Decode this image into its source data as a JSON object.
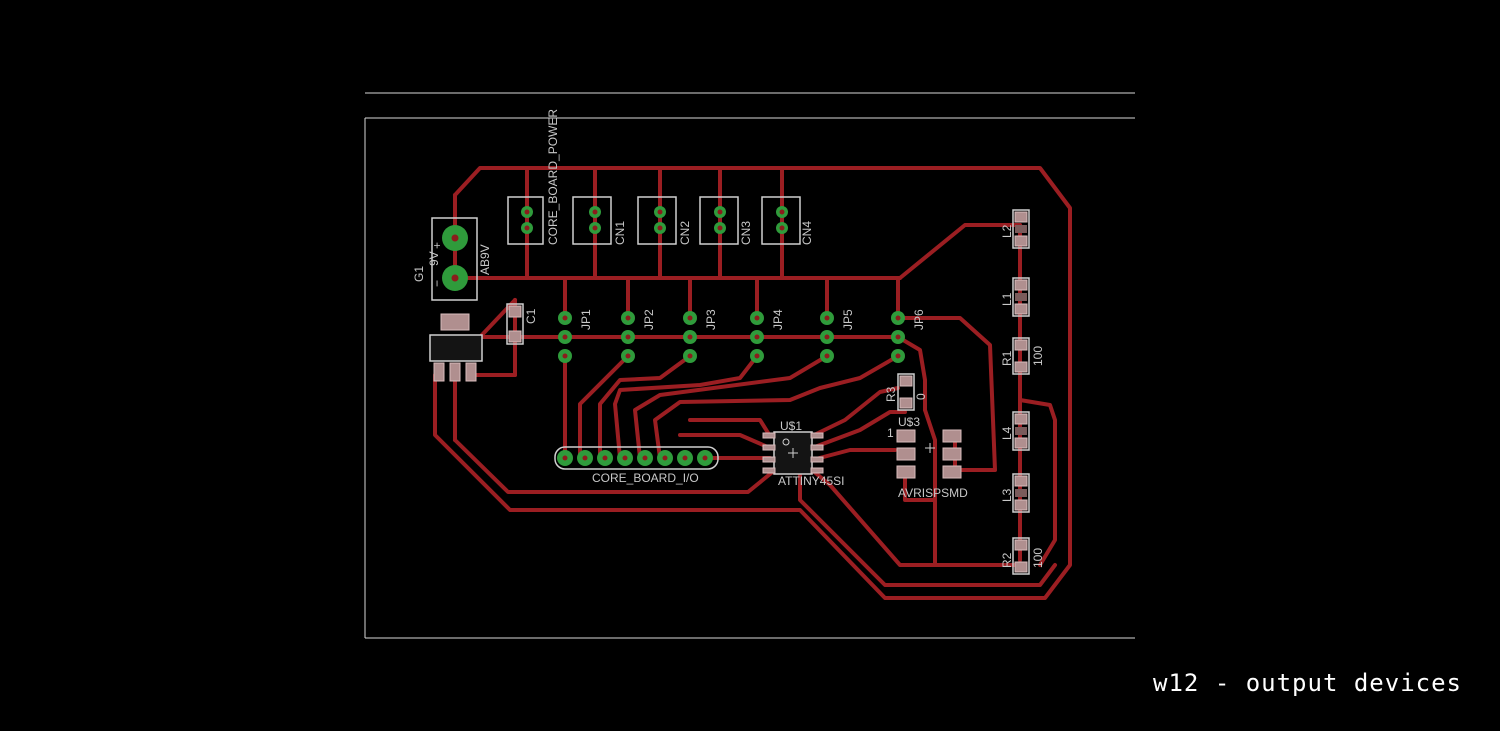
{
  "caption": "w12 - output devices",
  "colors": {
    "background": "#000000",
    "trace": "#9b1e22",
    "pad": "#2f9b3b",
    "smd": "#b08f8f",
    "silkscreen": "#c8c8c8"
  },
  "labels": {
    "core_board_power": "CORE_BOARD_POWER",
    "cn1": "CN1",
    "cn2": "CN2",
    "cn3": "CN3",
    "cn4": "CN4",
    "g1": "G1",
    "nine_v": "9V",
    "ab9v": "AB9V",
    "c1": "C1",
    "jp1": "JP1",
    "jp2": "JP2",
    "jp3": "JP3",
    "jp4": "JP4",
    "jp5": "JP5",
    "jp6": "JP6",
    "l1": "L1",
    "l2": "L2",
    "l3": "L3",
    "l4": "L4",
    "r1": "R1",
    "r2": "R2",
    "r3": "R3",
    "r1_value": "100",
    "r2_value": "100",
    "r3_value": "0",
    "u1": "U$1",
    "u3": "U$3",
    "pin1": "1",
    "attiny": "ATTINY45SI",
    "avrisp": "AVRISPSMD",
    "core_board_io": "CORE_BOARD_I/O",
    "plus": "+",
    "minus": "−"
  }
}
